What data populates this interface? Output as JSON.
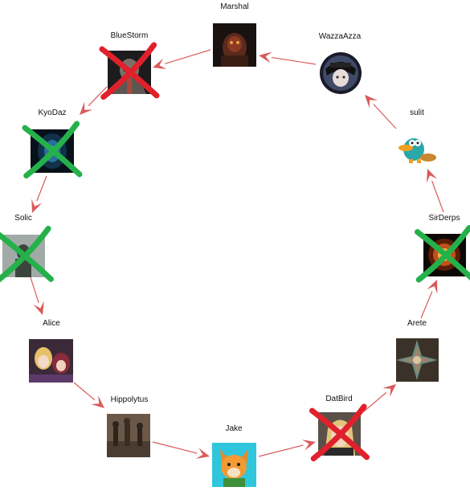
{
  "colors": {
    "arrow": "#d85a5a",
    "eliminated_red": "#e0212b",
    "eliminated_green": "#25b14a",
    "background": "#ffffff"
  },
  "players": [
    {
      "id": "marshal",
      "name": "Marshal",
      "mark": "none",
      "avatar_icon": "dark-portrait-icon"
    },
    {
      "id": "wazzaazza",
      "name": "WazzaAzza",
      "mark": "none",
      "avatar_icon": "round-anime-portrait-icon"
    },
    {
      "id": "sulit",
      "name": "sulit",
      "mark": "none",
      "avatar_icon": "platypus-icon"
    },
    {
      "id": "sirderps",
      "name": "SirDerps",
      "mark": "green-x",
      "avatar_icon": "fiery-orb-icon"
    },
    {
      "id": "arete",
      "name": "Arete",
      "mark": "none",
      "avatar_icon": "kaleidoscope-icon"
    },
    {
      "id": "datbird",
      "name": "DatBird",
      "mark": "red-x",
      "avatar_icon": "blonde-portrait-icon"
    },
    {
      "id": "jake",
      "name": "Jake",
      "mark": "none",
      "avatar_icon": "orange-fox-icon"
    },
    {
      "id": "hippolytus",
      "name": "Hippolytus",
      "mark": "none",
      "avatar_icon": "battle-scene-icon"
    },
    {
      "id": "alice",
      "name": "Alice",
      "mark": "none",
      "avatar_icon": "anime-group-icon"
    },
    {
      "id": "solic",
      "name": "Solic",
      "mark": "green-x",
      "avatar_icon": "grey-figure-icon"
    },
    {
      "id": "kyodaz",
      "name": "KyoDaz",
      "mark": "green-x",
      "avatar_icon": "blue-glow-icon"
    },
    {
      "id": "bluestorm",
      "name": "BlueStorm",
      "mark": "red-x",
      "avatar_icon": "armored-knight-icon"
    }
  ],
  "arrows": [
    {
      "from": "wazzaazza",
      "to": "marshal"
    },
    {
      "from": "marshal",
      "to": "bluestorm"
    },
    {
      "from": "bluestorm",
      "to": "kyodaz"
    },
    {
      "from": "kyodaz",
      "to": "solic"
    },
    {
      "from": "solic",
      "to": "alice"
    },
    {
      "from": "alice",
      "to": "hippolytus"
    },
    {
      "from": "hippolytus",
      "to": "jake"
    },
    {
      "from": "jake",
      "to": "datbird"
    },
    {
      "from": "datbird",
      "to": "arete"
    },
    {
      "from": "arete",
      "to": "sirderps"
    },
    {
      "from": "sirderps",
      "to": "sulit"
    },
    {
      "from": "sulit",
      "to": "wazzaazza"
    }
  ]
}
